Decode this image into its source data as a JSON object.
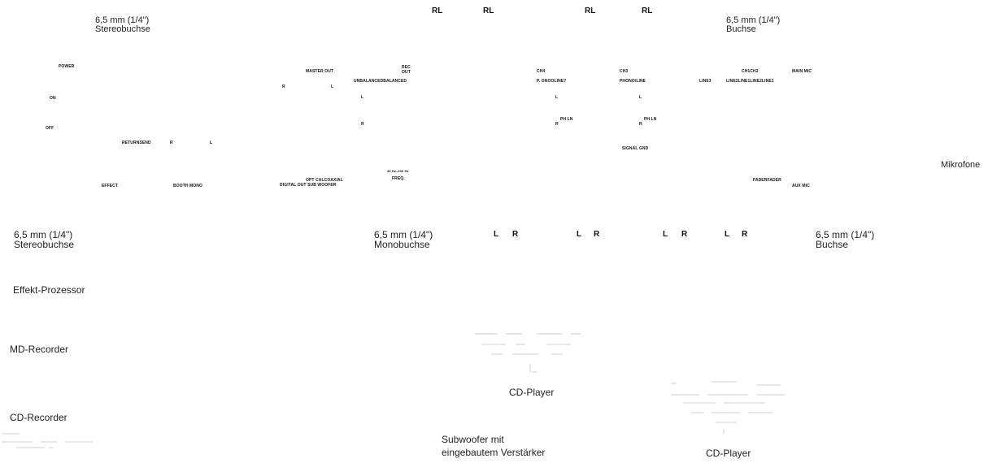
{
  "top_jacks": {
    "left_caption": [
      "6,5 mm (1/4\")",
      "Stereobuchse"
    ],
    "right_caption": [
      "6,5 mm (1/4\")",
      "Buchse"
    ],
    "rl_labels": [
      "RL",
      "RL",
      "RL",
      "RL"
    ]
  },
  "mixer_panel": {
    "power": "POWER",
    "on": "ON",
    "off": "OFF",
    "return_send": "RETURNSEND",
    "return_r": "R",
    "return_l": "L",
    "effect": "EFFECT",
    "booth_mono": "BOOTH MONO",
    "master_out": "MASTER OUT",
    "master_r": "R",
    "master_l": "L",
    "rec_out": [
      "REC",
      "OUT"
    ],
    "unbalanced_balanced": "UNBALANCEDBALANCED",
    "bal_l": "L",
    "bal_r": "R",
    "opt_coaxial": "OPT CALCOAXIAL",
    "digital_out": "DIGITAL OUT SUB WOOFER",
    "freq_values": "40 Hz–200 Hz",
    "freq": "FREQ.",
    "ch4": "CH4",
    "ch4_sub": "P. ONOOLINE?",
    "ch4_l": "L",
    "ch4_r": "R",
    "ch4_ph": "PH  LN",
    "ch3": "CH3",
    "ch3_sub": "PHONO/LINE",
    "ch3_l": "L",
    "ch3_r": "R",
    "ch3_ph": "PH  LN",
    "signal_gnd": "SIGNAL GND",
    "line3": "LINE3",
    "ch1ch2": "CH1CH2",
    "line_row": "LINE2LINE1LINE2LINE1",
    "main_mic": "MAIN MIC",
    "fader": "FADERFADER",
    "aux_mic": "AUX MIC"
  },
  "side_label_right": "Mikrofone",
  "bottom_jacks": {
    "left_caption": [
      "6,5 mm (1/4\")",
      "Stereobuchse"
    ],
    "mid_caption": [
      "6,5 mm (1/4\")",
      "Monobuchse"
    ],
    "right_caption": [
      "6,5 mm (1/4\")",
      "Buchse"
    ],
    "lr_pairs": [
      [
        "L",
        "R"
      ],
      [
        "L",
        "R"
      ],
      [
        "L",
        "R"
      ],
      [
        "L",
        "R"
      ]
    ]
  },
  "devices": {
    "effect_processor": "Effekt-Prozessor",
    "md_recorder": "MD-Recorder",
    "cd_recorder": "CD-Recorder",
    "cd_player_1": "CD-Player",
    "cd_player_2": "CD-Player",
    "subwoofer": [
      "Subwoofer mit",
      "eingebautem Verstärker"
    ]
  }
}
